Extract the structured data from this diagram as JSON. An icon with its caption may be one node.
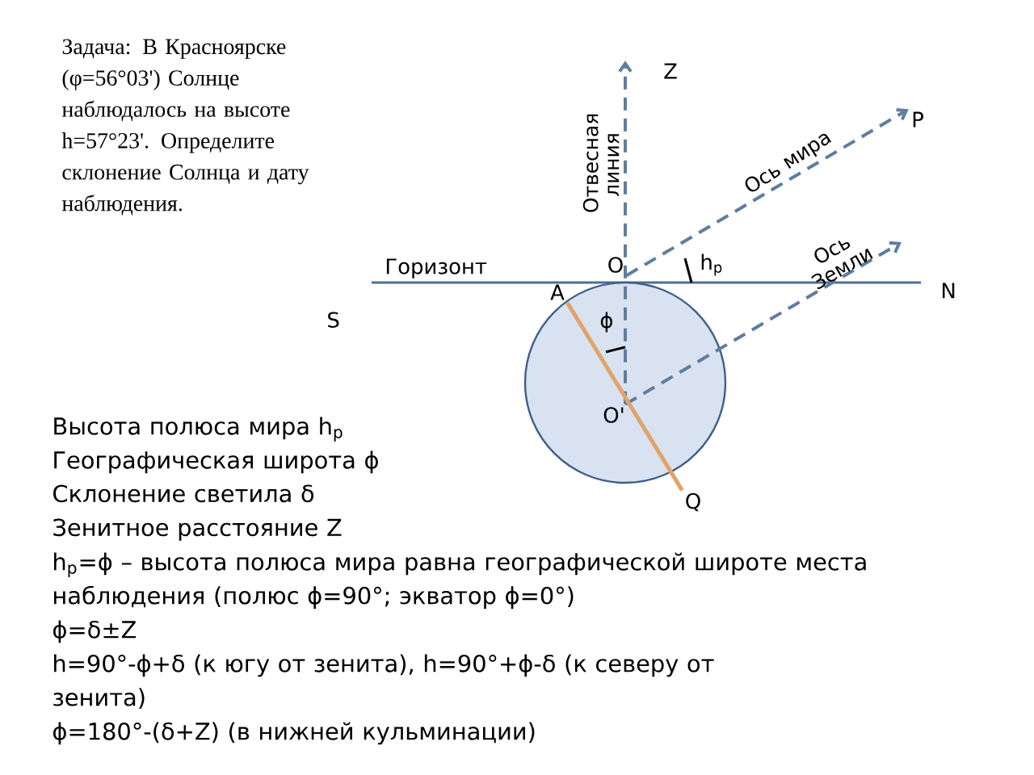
{
  "diagram": {
    "nodes": [
      {
        "text": [],
        "shape": "circle"
      },
      {
        "text": [
          "Z"
        ]
      },
      {
        "text": [
          "P"
        ]
      },
      {
        "text": [
          "O"
        ]
      },
      {
        "text": [
          "O'"
        ],
        "in": 0
      },
      {
        "text": [
          "A"
        ]
      },
      {
        "text": [
          "Q"
        ]
      }
    ],
    "edges": [
      {
        "from": 4,
        "to": 1,
        "arrow": "to",
        "style": "dashed",
        "label": "Отвесная линия"
      },
      {
        "from": 3,
        "to": 2,
        "arrow": "to",
        "style": "dashed",
        "label": "Ось мира"
      },
      {
        "from": 4,
        "to": null,
        "arrow": "to",
        "style": "dashed",
        "label": "Ось Земли"
      },
      {
        "from": 5,
        "to": 6,
        "arrow": "none",
        "color": "#e0a46a"
      }
    ],
    "labels": [
      "Задача: В Красноярске (φ=56°03') Солнце наблюдалось на высоте h=57°23'. Определите склонение Солнца и дату наблюдения.",
      "Горизонт",
      "S",
      "N",
      "h$_{p}$",
      "ϕ",
      "Высота полюса мира h$_{p}$",
      "Географическая широта ϕ",
      "Склонение светила δ",
      "Зенитное расстояние Z",
      "h$_{p}$=ϕ – высота полюса мира равна географической широте места наблюдения (полюс ϕ=90°; экватор ϕ=0°)",
      "ϕ=δ±Z",
      "h=90°-ϕ+δ (к югу от зенита), h=90°+ϕ-δ (к северу от зенита)",
      "ϕ=180°-(δ+Z) (в нижней кульминации)"
    ]
  }
}
